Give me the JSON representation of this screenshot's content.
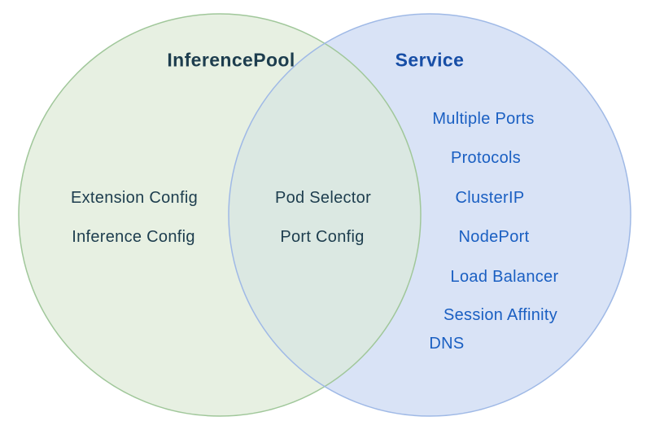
{
  "venn": {
    "left": {
      "title": "InferencePool",
      "items": [
        "Extension Config",
        "Inference Config"
      ]
    },
    "overlap": {
      "items": [
        "Pod Selector",
        "Port Config"
      ]
    },
    "right": {
      "title": "Service",
      "items": [
        "Multiple Ports",
        "Protocols",
        "ClusterIP",
        "NodePort",
        "Load Balancer",
        "Session Affinity",
        "DNS"
      ]
    },
    "colors": {
      "background": "#ffffff",
      "left_fill": "#e7f0e2",
      "left_stroke": "#a0c79a",
      "right_fill": "#d9e3f6",
      "right_stroke": "#9fb9e6",
      "overlap_fill": "#dbe8e2",
      "left_text": "#1d3d4e",
      "right_title_text": "#174ea6",
      "right_item_text": "#1a5fc2"
    }
  }
}
